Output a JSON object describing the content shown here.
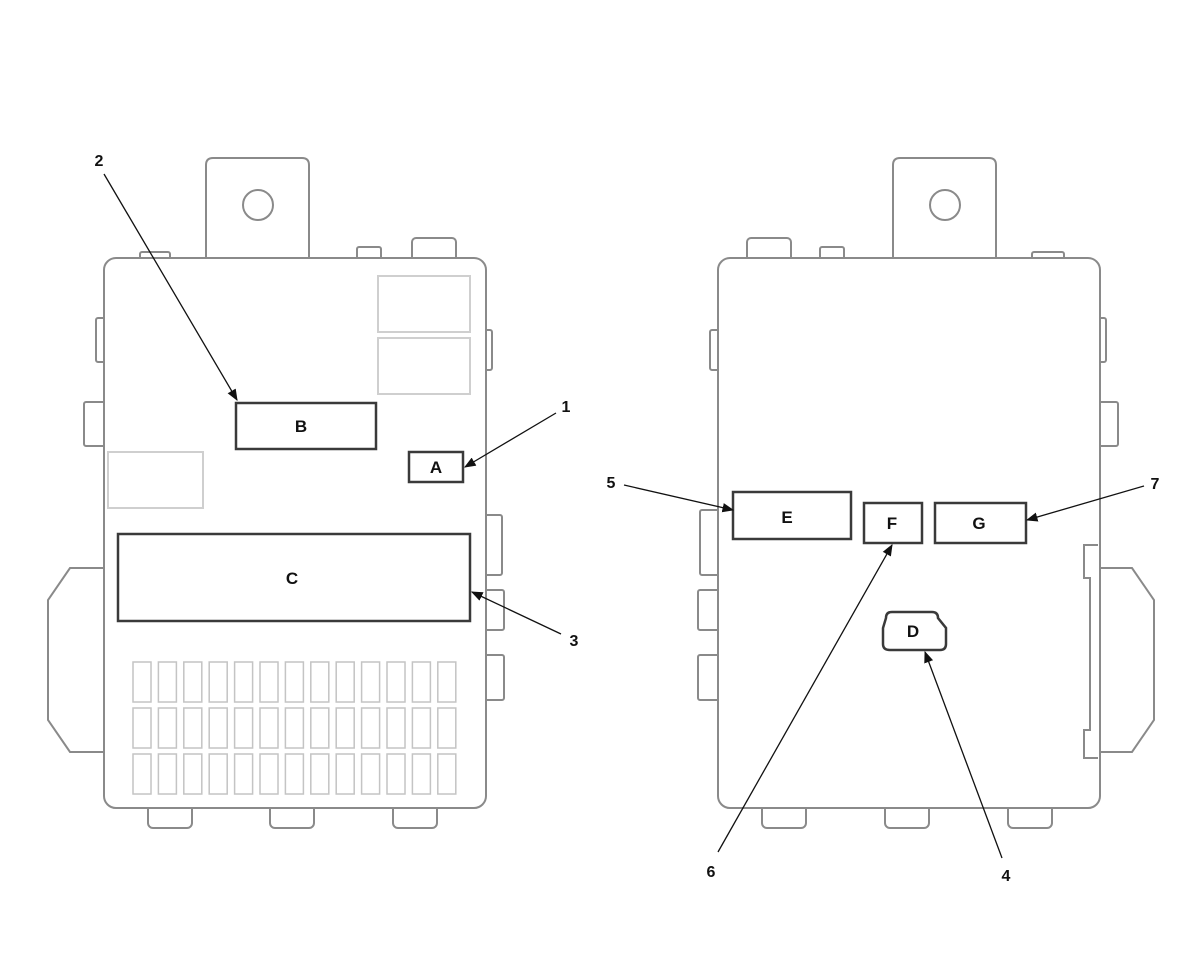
{
  "connectors": {
    "A": "A",
    "B": "B",
    "C": "C",
    "D": "D",
    "E": "E",
    "F": "F",
    "G": "G"
  },
  "callouts": {
    "c1": "1",
    "c2": "2",
    "c3": "3",
    "c4": "4",
    "c5": "5",
    "c6": "6",
    "c7": "7"
  }
}
